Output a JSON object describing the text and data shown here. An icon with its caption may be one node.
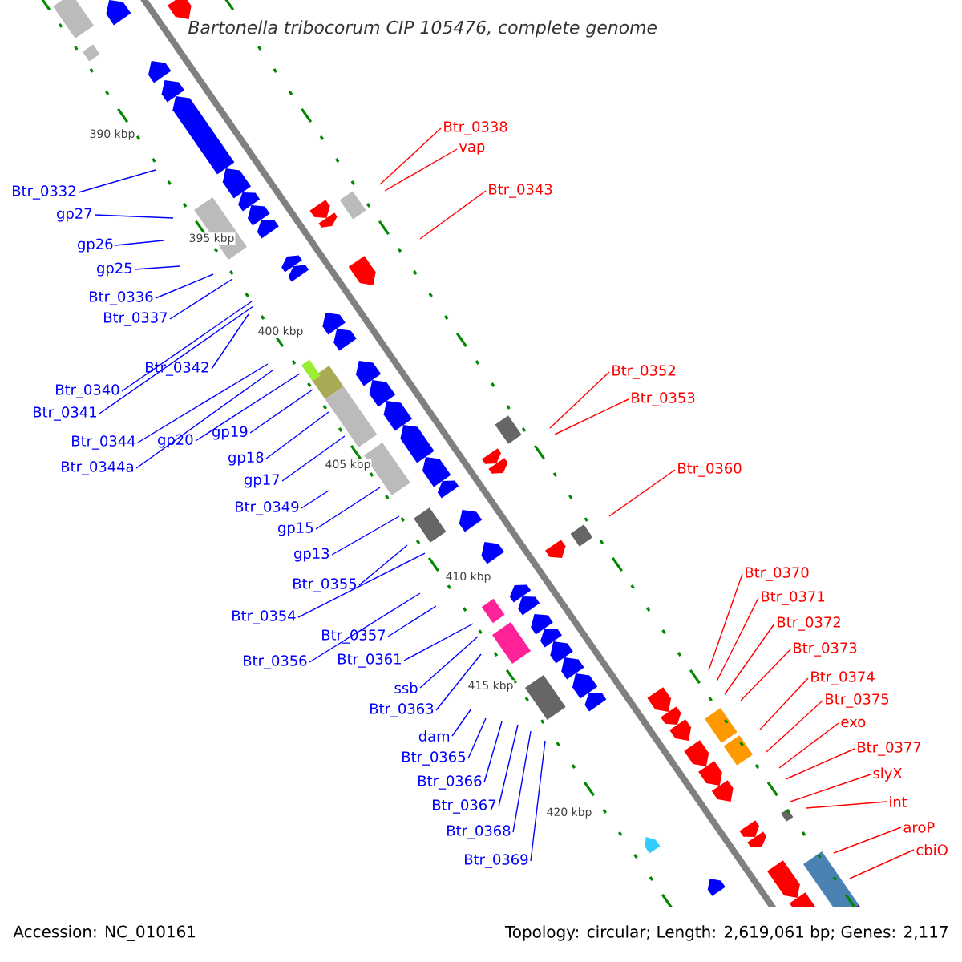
{
  "diagram": {
    "title": "Bartonella tribocorum CIP 105476, complete genome",
    "nodes": [
      {
        "text": [
          "Btr_0332"
        ]
      },
      {
        "text": [
          "gp27"
        ]
      },
      {
        "text": [
          "gp26"
        ]
      },
      {
        "text": [
          "gp25"
        ]
      },
      {
        "text": [
          "Btr_0336"
        ]
      },
      {
        "text": [
          "Btr_0337"
        ]
      },
      {
        "text": [
          "Btr_0342"
        ]
      },
      {
        "text": [
          "Btr_0340"
        ]
      },
      {
        "text": [
          "Btr_0341"
        ]
      },
      {
        "text": [
          "Btr_0344"
        ]
      },
      {
        "text": [
          "Btr_0344a"
        ]
      },
      {
        "text": [
          "gp20"
        ]
      },
      {
        "text": [
          "gp19"
        ]
      },
      {
        "text": [
          "gp18"
        ]
      },
      {
        "text": [
          "gp17"
        ]
      },
      {
        "text": [
          "Btr_0349"
        ]
      },
      {
        "text": [
          "gp15"
        ]
      },
      {
        "text": [
          "gp13"
        ]
      },
      {
        "text": [
          "Btr_0355"
        ]
      },
      {
        "text": [
          "Btr_0354"
        ]
      },
      {
        "text": [
          "Btr_0357"
        ]
      },
      {
        "text": [
          "Btr_0356"
        ]
      },
      {
        "text": [
          "Btr_0361"
        ]
      },
      {
        "text": [
          "ssb"
        ]
      },
      {
        "text": [
          "Btr_0363"
        ]
      },
      {
        "text": [
          "dam"
        ]
      },
      {
        "text": [
          "Btr_0365"
        ]
      },
      {
        "text": [
          "Btr_0366"
        ]
      },
      {
        "text": [
          "Btr_0367"
        ]
      },
      {
        "text": [
          "Btr_0368"
        ]
      },
      {
        "text": [
          "Btr_0369"
        ]
      },
      {
        "text": [
          "Btr_0338"
        ]
      },
      {
        "text": [
          "vap"
        ]
      },
      {
        "text": [
          "Btr_0343"
        ]
      },
      {
        "text": [
          "Btr_0352"
        ]
      },
      {
        "text": [
          "Btr_0353"
        ]
      },
      {
        "text": [
          "Btr_0360"
        ]
      },
      {
        "text": [
          "Btr_0370"
        ]
      },
      {
        "text": [
          "Btr_0371"
        ]
      },
      {
        "text": [
          "Btr_0372"
        ]
      },
      {
        "text": [
          "Btr_0373"
        ]
      },
      {
        "text": [
          "Btr_0374"
        ]
      },
      {
        "text": [
          "Btr_0375"
        ]
      },
      {
        "text": [
          "exo"
        ]
      },
      {
        "text": [
          "Btr_0377"
        ]
      },
      {
        "text": [
          "slyX"
        ]
      },
      {
        "text": [
          "int"
        ]
      },
      {
        "text": [
          "aroP"
        ]
      },
      {
        "text": [
          "cbiO"
        ]
      }
    ],
    "edges": [
      {
        "from": 0,
        "to": null,
        "arrow": "none"
      },
      {
        "from": 1,
        "to": null,
        "arrow": "none"
      },
      {
        "from": 2,
        "to": null,
        "arrow": "none"
      },
      {
        "from": 3,
        "to": null,
        "arrow": "none"
      },
      {
        "from": 4,
        "to": null,
        "arrow": "none"
      },
      {
        "from": 5,
        "to": null,
        "arrow": "none"
      },
      {
        "from": 6,
        "to": null,
        "arrow": "none"
      },
      {
        "from": 7,
        "to": null,
        "arrow": "none"
      },
      {
        "from": 8,
        "to": null,
        "arrow": "none"
      },
      {
        "from": 9,
        "to": null,
        "arrow": "none"
      },
      {
        "from": 10,
        "to": null,
        "arrow": "none"
      },
      {
        "from": 11,
        "to": null,
        "arrow": "none"
      },
      {
        "from": 12,
        "to": null,
        "arrow": "none"
      },
      {
        "from": 13,
        "to": null,
        "arrow": "none"
      },
      {
        "from": 14,
        "to": null,
        "arrow": "none"
      },
      {
        "from": 15,
        "to": null,
        "arrow": "none"
      },
      {
        "from": 16,
        "to": null,
        "arrow": "none"
      },
      {
        "from": 17,
        "to": null,
        "arrow": "none"
      },
      {
        "from": 18,
        "to": null,
        "arrow": "none"
      },
      {
        "from": 19,
        "to": null,
        "arrow": "none"
      },
      {
        "from": 20,
        "to": null,
        "arrow": "none"
      },
      {
        "from": 21,
        "to": null,
        "arrow": "none"
      },
      {
        "from": 22,
        "to": null,
        "arrow": "none"
      },
      {
        "from": 23,
        "to": null,
        "arrow": "none"
      },
      {
        "from": 24,
        "to": null,
        "arrow": "none"
      },
      {
        "from": 25,
        "to": null,
        "arrow": "none"
      },
      {
        "from": 26,
        "to": null,
        "arrow": "none"
      },
      {
        "from": 27,
        "to": null,
        "arrow": "none"
      },
      {
        "from": 28,
        "to": null,
        "arrow": "none"
      },
      {
        "from": 29,
        "to": null,
        "arrow": "none"
      },
      {
        "from": 30,
        "to": null,
        "arrow": "none"
      },
      {
        "from": 31,
        "to": null,
        "arrow": "none",
        "color": "#ff0000"
      },
      {
        "from": 32,
        "to": null,
        "arrow": "none",
        "color": "#ff0000"
      },
      {
        "from": 33,
        "to": null,
        "arrow": "none",
        "color": "#ff0000"
      },
      {
        "from": 34,
        "to": null,
        "arrow": "none",
        "color": "#ff0000"
      },
      {
        "from": 35,
        "to": null,
        "arrow": "none",
        "color": "#ff0000"
      },
      {
        "from": 36,
        "to": null,
        "arrow": "none",
        "color": "#ff0000"
      },
      {
        "from": 37,
        "to": null,
        "arrow": "none",
        "color": "#ff0000"
      },
      {
        "from": 38,
        "to": null,
        "arrow": "none",
        "color": "#ff0000"
      },
      {
        "from": 39,
        "to": null,
        "arrow": "none",
        "color": "#ff0000"
      },
      {
        "from": 40,
        "to": null,
        "arrow": "none",
        "color": "#ff0000"
      },
      {
        "from": 41,
        "to": null,
        "arrow": "none",
        "color": "#ff0000"
      },
      {
        "from": 42,
        "to": null,
        "arrow": "none",
        "color": "#ff0000"
      },
      {
        "from": 43,
        "to": null,
        "arrow": "none",
        "color": "#ff0000"
      },
      {
        "from": 44,
        "to": null,
        "arrow": "none",
        "color": "#ff0000"
      },
      {
        "from": 45,
        "to": null,
        "arrow": "none",
        "color": "#ff0000"
      },
      {
        "from": 46,
        "to": null,
        "arrow": "none",
        "color": "#ff0000"
      },
      {
        "from": 47,
        "to": null,
        "arrow": "none",
        "color": "#ff0000"
      },
      {
        "from": 48,
        "to": null,
        "arrow": "none",
        "color": "#ff0000"
      }
    ],
    "labels": [
      "390 kbp",
      "395 kbp",
      "400 kbp",
      "405 kbp",
      "410 kbp",
      "415 kbp",
      "420 kbp",
      "Accession: NC_010161",
      "Topology: circular; Length: 2,619,061 bp; Genes: 2,117"
    ]
  }
}
